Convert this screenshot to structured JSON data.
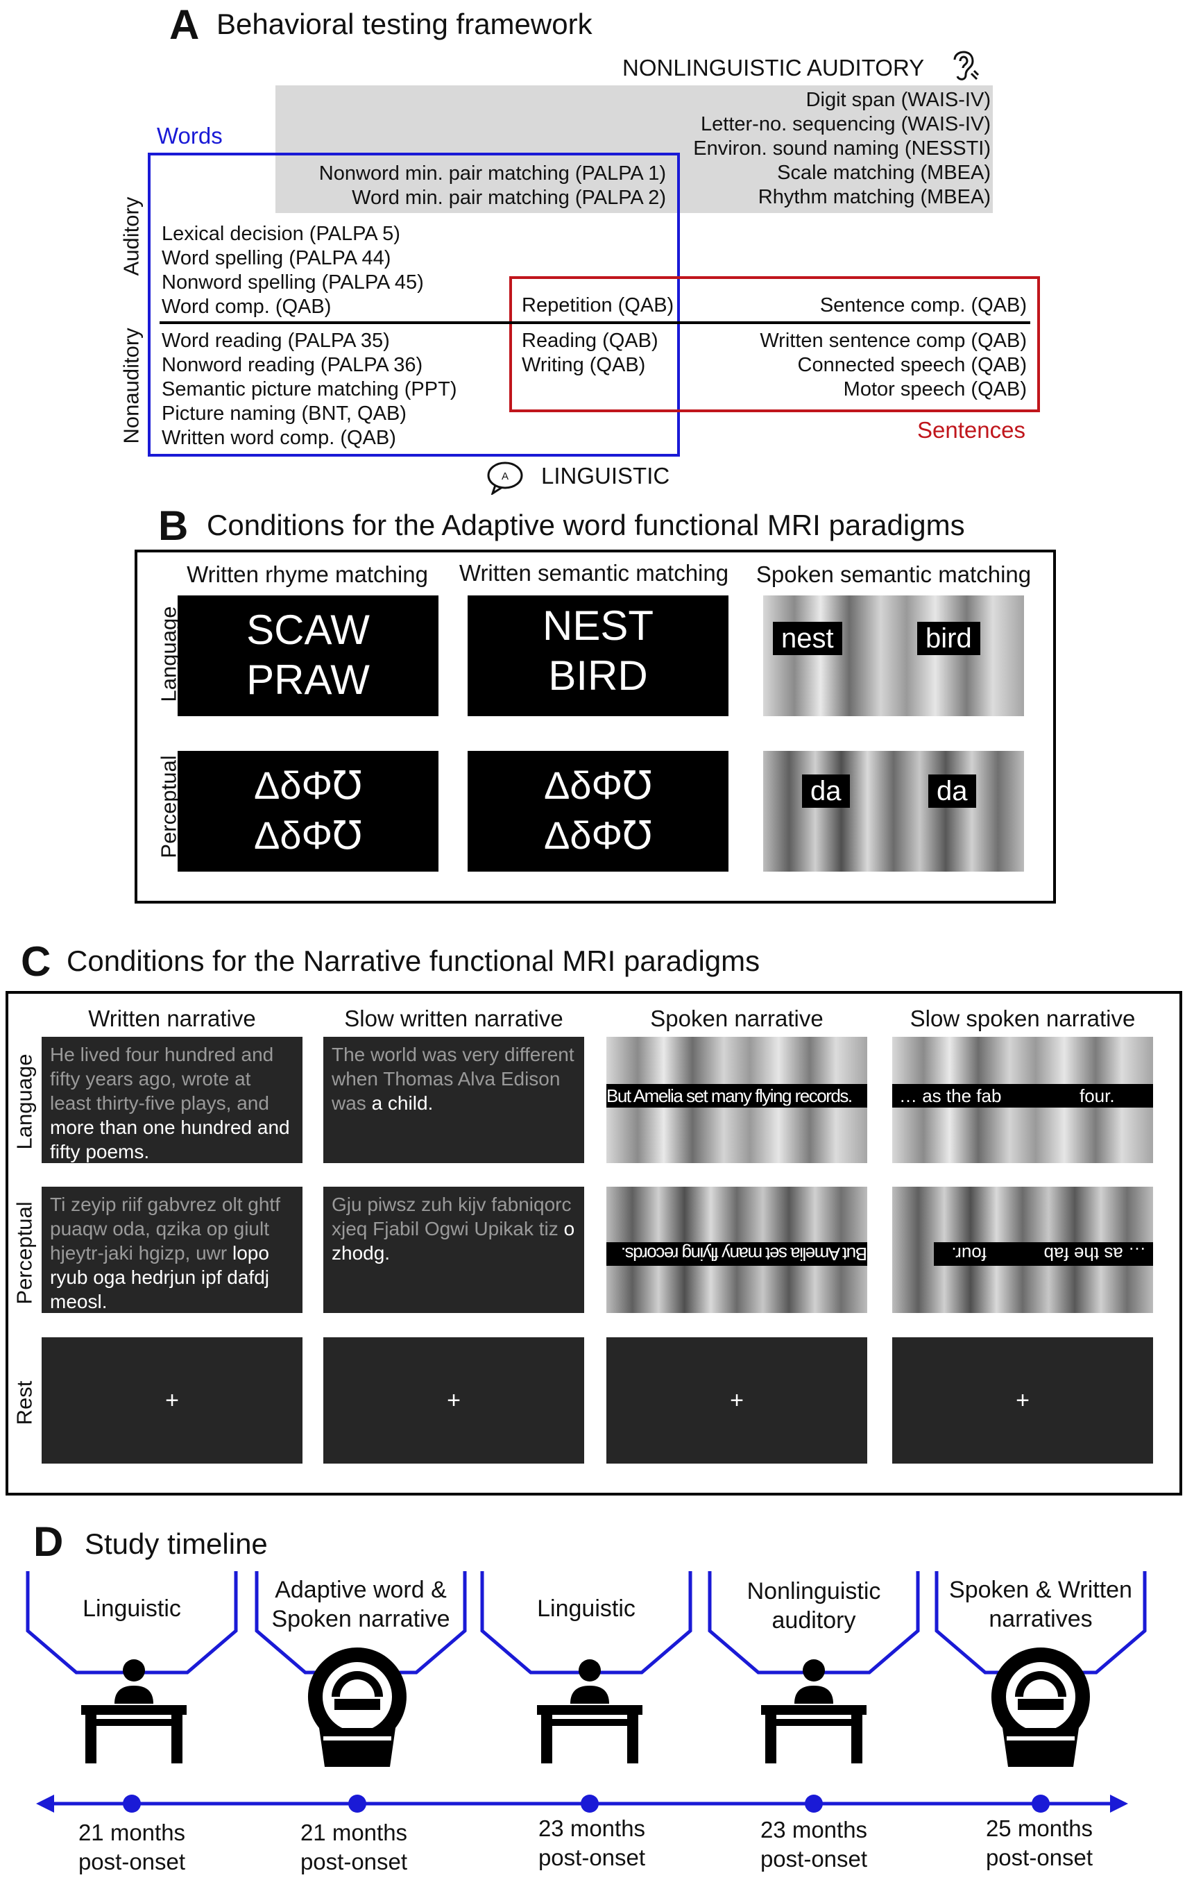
{
  "colors": {
    "words": "#1a1ad6",
    "sentences": "#c0161c",
    "gray_region": "#d9d9d9",
    "timeline": "#1a1ad6"
  },
  "panel_a": {
    "letter": "A",
    "title": "Behavioral testing framework",
    "nonling_label": "NONLINGUISTIC AUDITORY",
    "ling_label": "LINGUISTIC",
    "words_label": "Words",
    "sentences_label": "Sentences",
    "axis_auditory": "Auditory",
    "axis_nonauditory": "Nonauditory",
    "nonling_tests": [
      "Digit span (WAIS-IV)",
      "Letter-no. sequencing (WAIS-IV)",
      "Environ. sound naming (NESSTI)",
      "Scale matching (MBEA)",
      "Rhythm matching (MBEA)"
    ],
    "minpair_tests": [
      "Nonword min. pair matching (PALPA 1)",
      "Word min. pair matching (PALPA 2)"
    ],
    "word_auditory_tests": [
      "Lexical decision (PALPA 5)",
      "Word spelling (PALPA 44)",
      "Nonword spelling (PALPA 45)",
      "Word comp. (QAB)"
    ],
    "word_nonauditory_tests": [
      "Word reading (PALPA 35)",
      "Nonword reading (PALPA 36)",
      "Semantic picture matching (PPT)",
      "Picture naming (BNT, QAB)",
      "Written word comp. (QAB)"
    ],
    "overlap_auditory": [
      "Repetition (QAB)"
    ],
    "overlap_nonauditory": [
      "Reading (QAB)",
      "Writing (QAB)"
    ],
    "sentence_auditory": [
      "Sentence comp. (QAB)"
    ],
    "sentence_nonauditory": [
      "Written sentence comp (QAB)",
      "Connected speech (QAB)",
      "Motor speech (QAB)"
    ]
  },
  "panel_b": {
    "letter": "B",
    "title": "Conditions for the Adaptive word functional MRI paradigms",
    "columns": [
      "Written rhyme matching",
      "Written semantic matching",
      "Spoken semantic matching"
    ],
    "rows": [
      "Language",
      "Perceptual"
    ],
    "language": {
      "rhyme": [
        "SCAW",
        "PRAW"
      ],
      "semantic": [
        "NEST",
        "BIRD"
      ],
      "spoken": [
        "nest",
        "bird"
      ]
    },
    "perceptual": {
      "rhyme": [
        "ΔδΦ℧",
        "ΔδΦ℧"
      ],
      "semantic": [
        "ΔδΦ℧",
        "ΔδΦ℧"
      ],
      "spoken": [
        "da",
        "da"
      ]
    }
  },
  "panel_c": {
    "letter": "C",
    "title": "Conditions for the Narrative functional MRI paradigms",
    "columns": [
      "Written narrative",
      "Slow written narrative",
      "Spoken narrative",
      "Slow spoken narrative"
    ],
    "rows": [
      "Language",
      "Perceptual",
      "Rest"
    ],
    "language": {
      "written_grey": "He lived four hundred and fifty years ago, wrote at least thirty-five plays, and",
      "written_white": "more than one hundred and fifty poems.",
      "slow_grey": "The world was very different when Thomas Alva Edison was",
      "slow_white": "a child.",
      "spoken": "But Amelia set many flying records.",
      "slow_spoken_left": "… as the fab",
      "slow_spoken_right": "four."
    },
    "perceptual": {
      "written_grey": "Ti zeyip riif gabvrez olt ghtf puaqw oda, qzika op giult hjeytr-jaki hgizp, uwr",
      "written_white": "lopo ryub oga hedrjun ipf dafdj meosl.",
      "slow_grey": "Gju piwsz zuh kijv fabniqorc xjeq Fjabil Ogwi Upikak tiz",
      "slow_white": "o zhodg.",
      "spoken": "But Amelia set many flying records.",
      "slow_spoken_left": "… as the fab",
      "slow_spoken_right": "four."
    },
    "rest_symbol": "+"
  },
  "panel_d": {
    "letter": "D",
    "title": "Study timeline",
    "sessions": [
      {
        "label": "Linguistic",
        "type": "desk",
        "date": "21 months",
        "sub": "post-onset"
      },
      {
        "label": "Adaptive word & Spoken narrative",
        "type": "mri",
        "date": "21 months",
        "sub": "post-onset"
      },
      {
        "label": "Linguistic",
        "type": "desk",
        "date": "23 months",
        "sub": "post-onset"
      },
      {
        "label": "Nonlinguistic auditory",
        "type": "desk",
        "date": "23 months",
        "sub": "post-onset"
      },
      {
        "label": "Spoken & Written narratives",
        "type": "mri",
        "date": "25 months",
        "sub": "post-onset"
      }
    ]
  }
}
